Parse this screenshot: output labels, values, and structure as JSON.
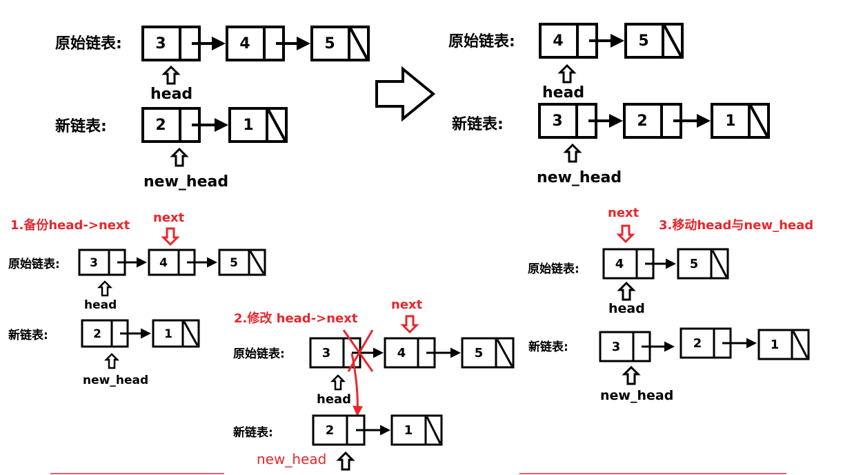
{
  "labels": {
    "original_list": "原始链表:",
    "new_list": "新链表:",
    "head": "head",
    "new_head": "new_head",
    "next": "next"
  },
  "steps": {
    "step1": "1.备份head->next",
    "step2": "2.修改 head->next",
    "step3": "3.移动head与new_head"
  },
  "nodes": {
    "v1": "1",
    "v2": "2",
    "v3": "3",
    "v4": "4",
    "v5": "5"
  },
  "colors": {
    "accent": "#e8262c",
    "ink": "#000000"
  }
}
